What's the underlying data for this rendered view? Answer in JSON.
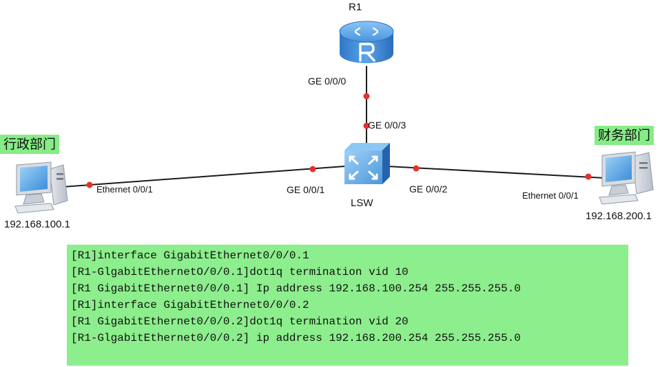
{
  "router": {
    "name": "R1",
    "icon": "router-icon",
    "port_label": "GE 0/0/0"
  },
  "switch": {
    "name": "LSW",
    "icon": "switch-icon",
    "ports": {
      "up": "GE 0/0/3",
      "left": "GE 0/0/1",
      "right": "GE 0/0/2"
    }
  },
  "pc_left": {
    "dept": "行政部门",
    "port": "Ethernet 0/0/1",
    "ip": "192.168.100.1",
    "icon": "pc-icon"
  },
  "pc_right": {
    "dept": "财务部门",
    "port": "Ethernet 0/0/1",
    "ip": "192.168.200.1",
    "icon": "pc-icon"
  },
  "colors": {
    "link": "#1a1a1a",
    "port_dot": "#e8302a",
    "dept_bg": "#86ec86",
    "config_bg": "#8cee8c",
    "device_blue": "#3a86d8"
  },
  "config_lines": [
    "[R1]interface GigabitEthernet0/0/0.1",
    "[R1-GlgabitEthernetO/0/0.1]dot1q termination vid 10",
    "[R1 GigabitEthernet0/0/0.1] Ip address 192.168.100.254 255.255.255.0",
    "[R1]interface GigabitEthernet0/0/0.2",
    "[R1 GigabitEthernet0/0/0.2]dot1q termination vid 20",
    "[R1-GlgabitEthernet0/0/0.2] ip address 192.168.200.254 255.255.255.0"
  ]
}
